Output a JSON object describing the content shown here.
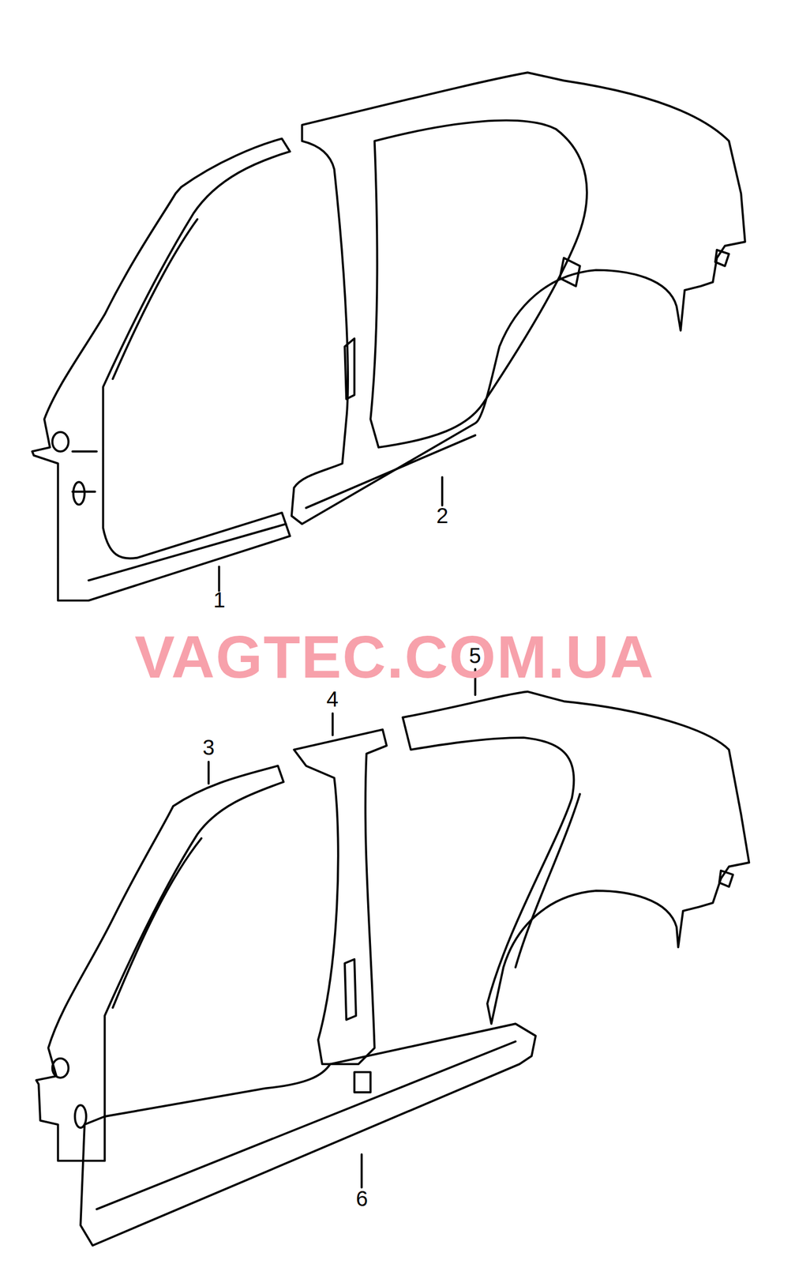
{
  "diagram": {
    "labels": [
      "1",
      "2",
      "3",
      "4",
      "5",
      "6",
      "VAGTEC.COM.UA"
    ]
  }
}
